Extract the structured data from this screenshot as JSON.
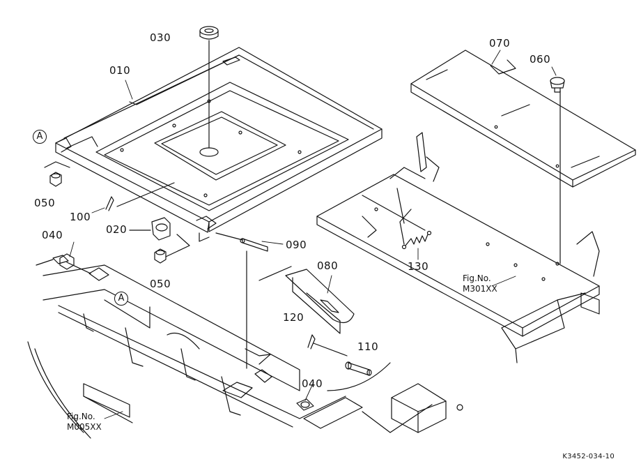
{
  "parts": {
    "p010": "010",
    "p020": "020",
    "p030": "030",
    "p040a": "040",
    "p040b": "040",
    "p050a": "050",
    "p050b": "050",
    "p060": "060",
    "p070": "070",
    "p080": "080",
    "p090": "090",
    "p100": "100",
    "p110": "110",
    "p120": "120",
    "p130": "130"
  },
  "markers": {
    "a1": "A",
    "a2": "A"
  },
  "fig_refs": {
    "m301_line1": "Fig.No.",
    "m301_line2": "M301XX",
    "m005_line1": "Fig.No.",
    "m005_line2": "M005XX"
  },
  "doc_code": "K3452-034-10"
}
